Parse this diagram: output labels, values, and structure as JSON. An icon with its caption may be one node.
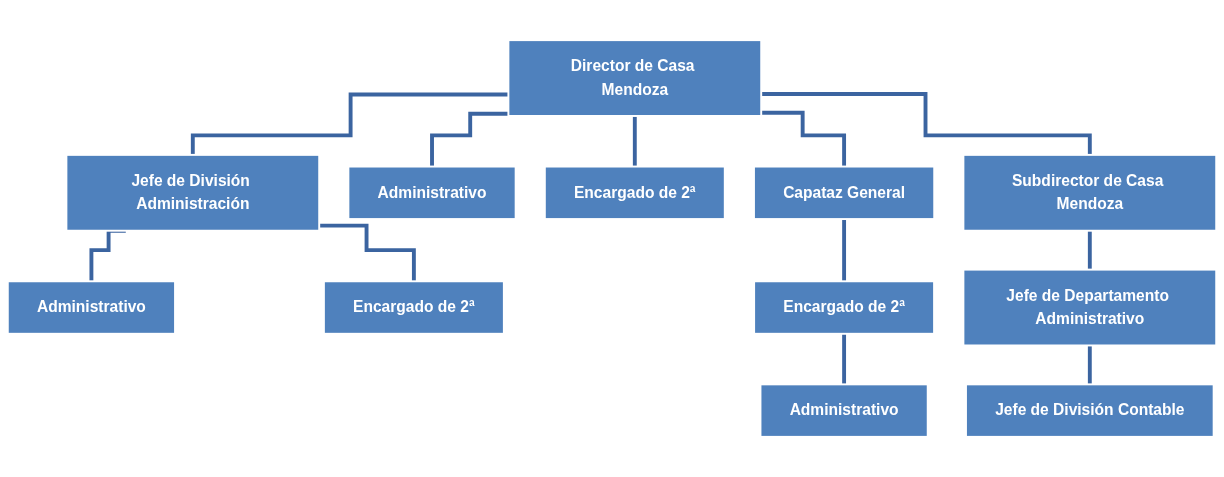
{
  "diagram": {
    "nodes": [
      {
        "text": [
          "Director de Casa Mendoza"
        ]
      },
      {
        "text": [
          "Jefe de División Administración"
        ]
      },
      {
        "text": [
          "Administrativo"
        ]
      },
      {
        "text": [
          "Encargado de 2ª"
        ]
      },
      {
        "text": [
          "Capataz General"
        ]
      },
      {
        "text": [
          "Subdirector de Casa Mendoza"
        ]
      },
      {
        "text": [
          "Administrativo"
        ]
      },
      {
        "text": [
          "Encargado de 2ª"
        ]
      },
      {
        "text": [
          "Encargado de 2ª"
        ]
      },
      {
        "text": [
          "Jefe de Departamento Administrativo"
        ]
      },
      {
        "text": [
          "Administrativo"
        ]
      },
      {
        "text": [
          "Jefe de División Contable"
        ]
      }
    ],
    "edges": [
      {
        "from": 0,
        "to": 1,
        "arrow": "none"
      },
      {
        "from": 0,
        "to": 2,
        "arrow": "none"
      },
      {
        "from": 0,
        "to": 3,
        "arrow": "none"
      },
      {
        "from": 0,
        "to": 4,
        "arrow": "none"
      },
      {
        "from": 0,
        "to": 5,
        "arrow": "none"
      },
      {
        "from": 1,
        "to": 6,
        "arrow": "none"
      },
      {
        "from": 1,
        "to": 7,
        "arrow": "none"
      },
      {
        "from": 4,
        "to": 8,
        "arrow": "none"
      },
      {
        "from": 5,
        "to": 9,
        "arrow": "none"
      },
      {
        "from": 8,
        "to": 10,
        "arrow": "none"
      },
      {
        "from": 9,
        "to": 11,
        "arrow": "none"
      }
    ]
  }
}
